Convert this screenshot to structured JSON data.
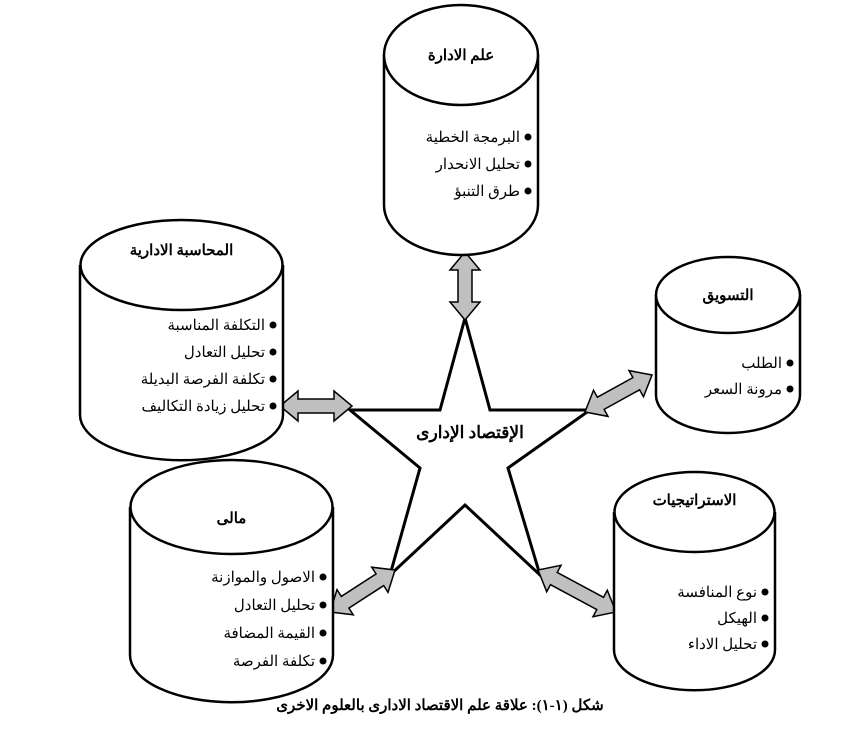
{
  "center_label": "الإقتصاد الإدارى",
  "caption": "شكل (١-١): علاقة علم الاقتصاد الادارى بالعلوم الاخرى",
  "colors": {
    "arrow_fill": "#c0c0c0",
    "stroke": "#000000"
  },
  "nodes": [
    {
      "id": "management-science",
      "title": "علم الادارة",
      "items": [
        "البرمجة الخطية",
        "تحليل الانحدار",
        "طرق التنبؤ"
      ]
    },
    {
      "id": "managerial-accounting",
      "title": "المحاسبة الادارية",
      "items": [
        "التكلفة المناسبة",
        "تحليل التعادل",
        "تكلفة الفرصة البديلة",
        "تحليل زيادة التكاليف"
      ]
    },
    {
      "id": "marketing",
      "title": "التسويق",
      "items": [
        "الطلب",
        "مرونة السعر"
      ]
    },
    {
      "id": "finance",
      "title": "مالى",
      "items": [
        "الاصول والموازنة",
        "تحليل التعادل",
        "القيمة المضافة",
        "تكلفة الفرصة"
      ]
    },
    {
      "id": "strategies",
      "title": "الاستراتيجيات",
      "items": [
        "نوع المنافسة",
        "الهيكل",
        "تحليل الاداء"
      ]
    }
  ]
}
